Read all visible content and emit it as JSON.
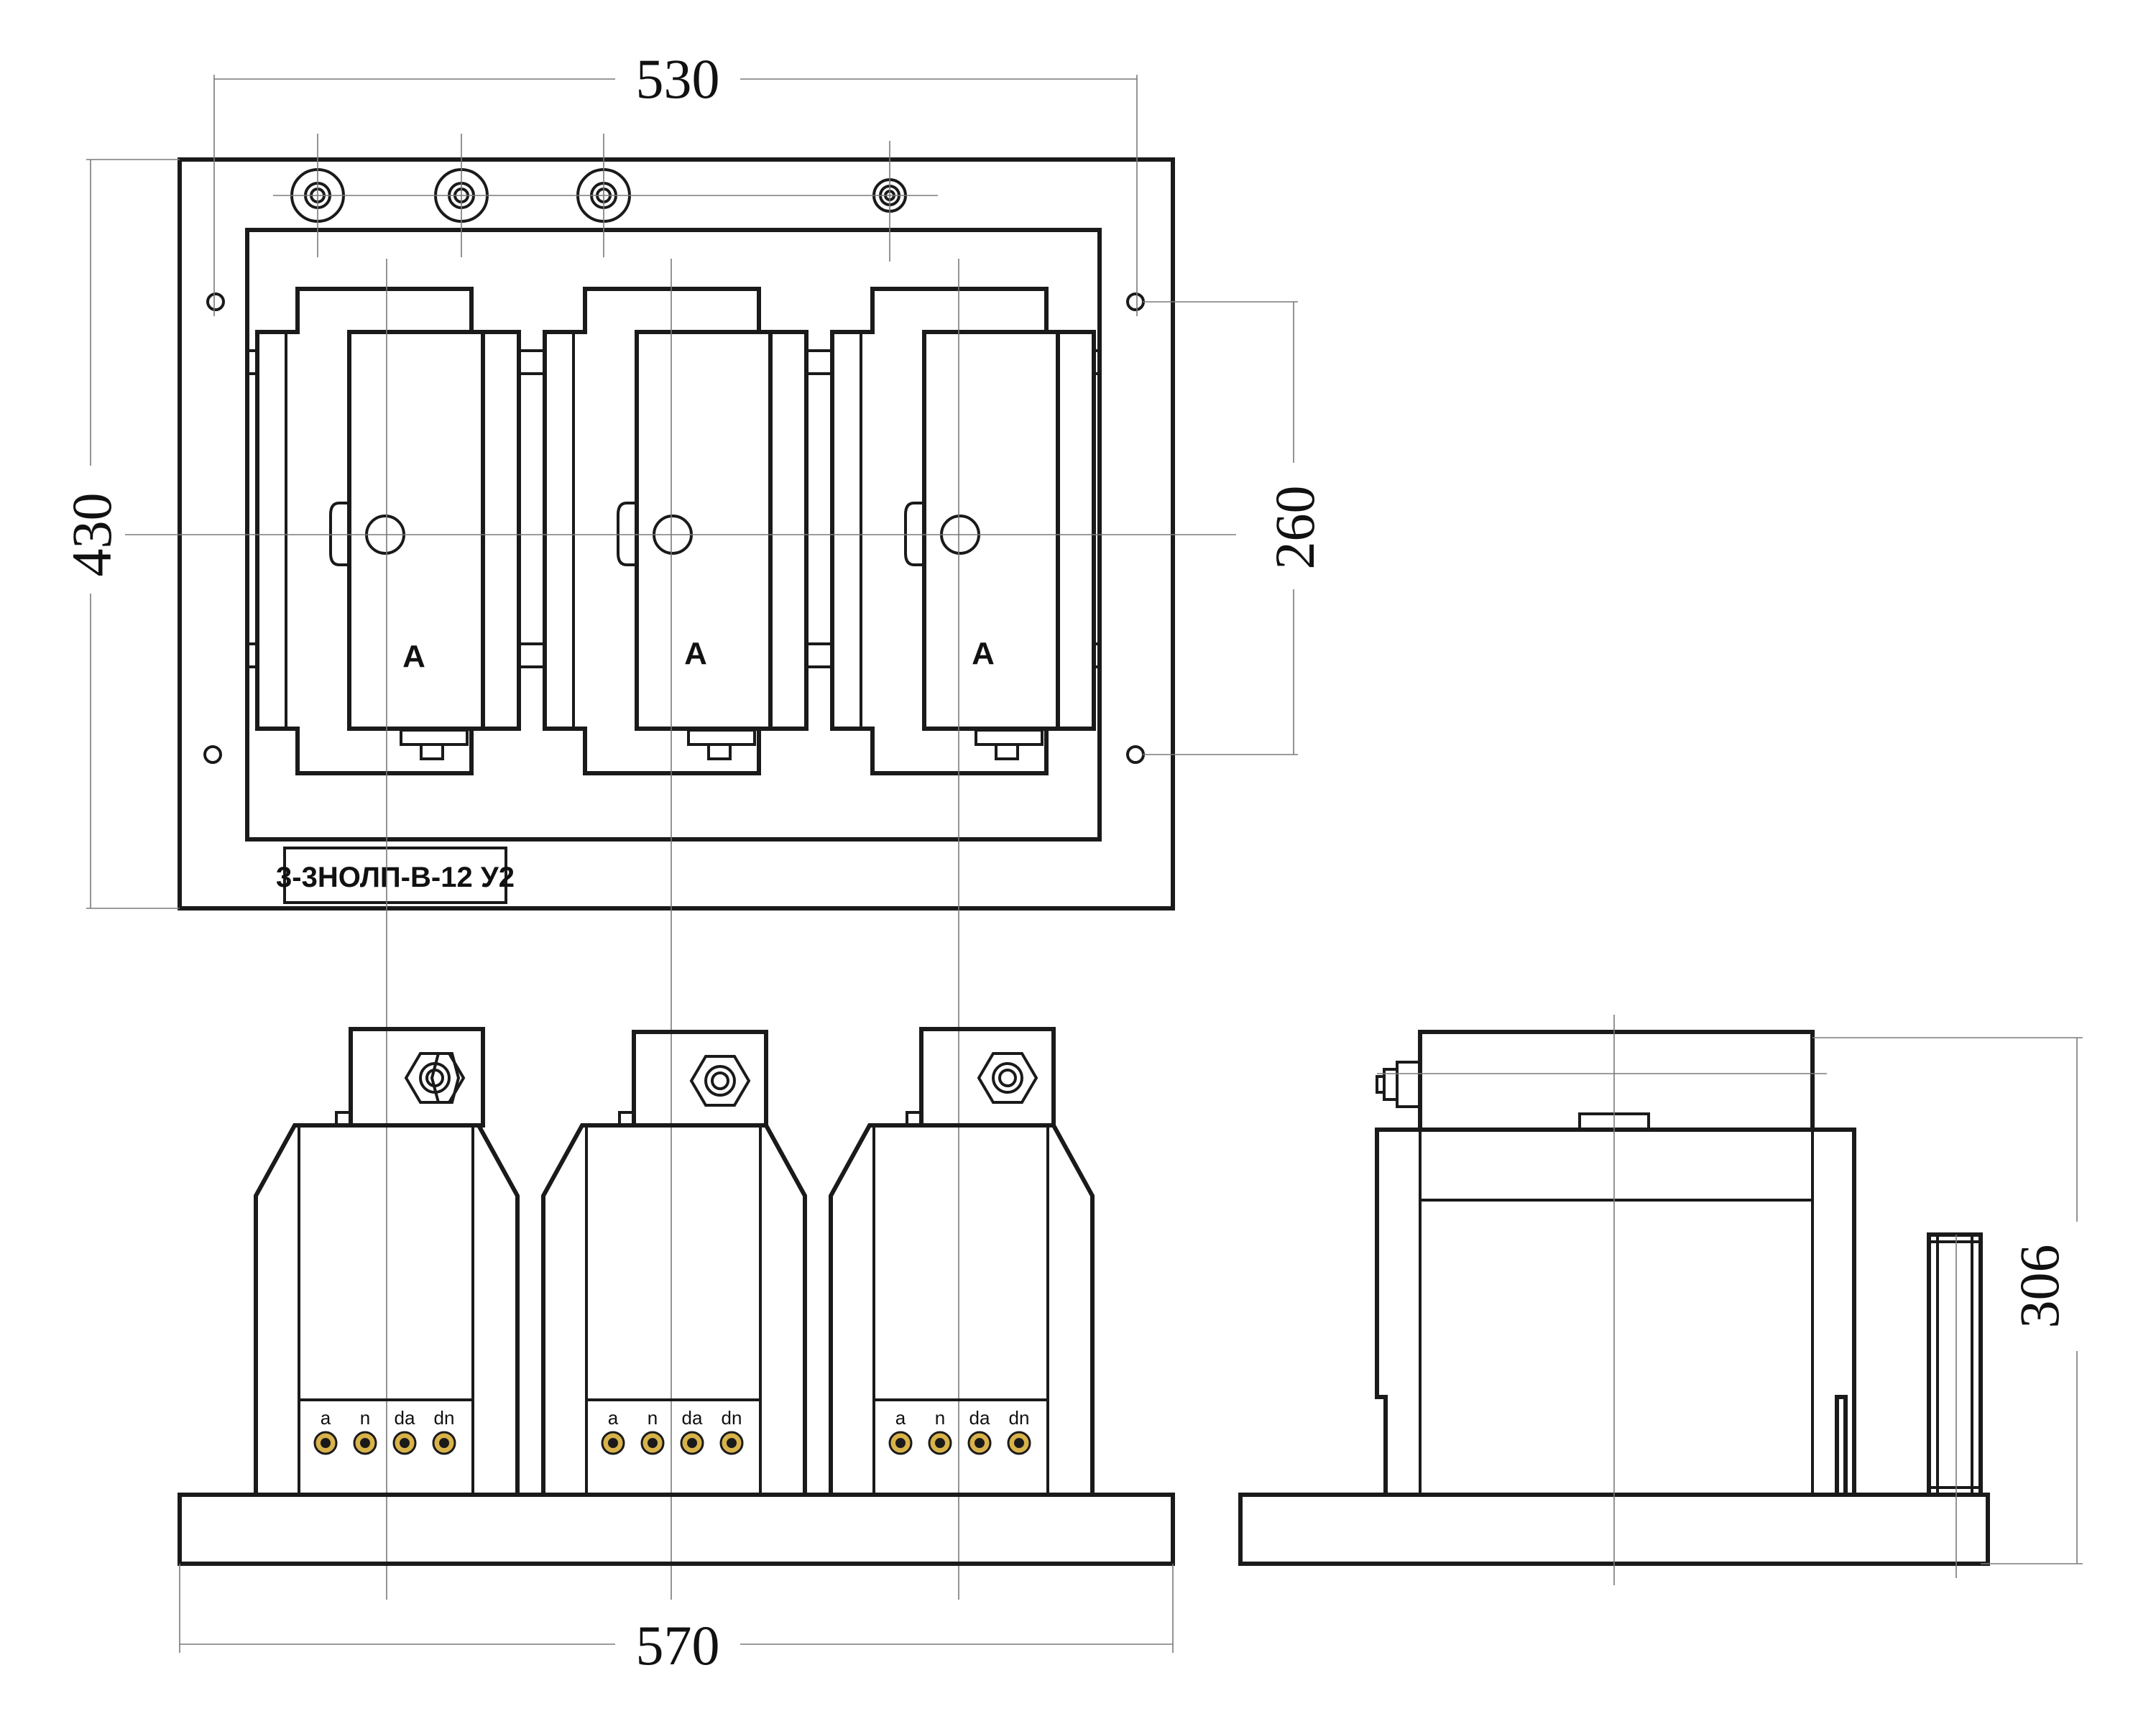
{
  "dimensions": {
    "top_width": "530",
    "top_height": "430",
    "mount_spacing": "260",
    "base_width": "570",
    "side_height": "306"
  },
  "nameplate": "3-3НОЛП-В-12 У2",
  "phase_marks": [
    "A",
    "A",
    "A"
  ],
  "terminal_labels": [
    "a",
    "n",
    "da",
    "dn"
  ],
  "colors": {
    "line": "#1a1a1a",
    "dim_line": "#7a7a7a",
    "terminal_fill": "#d8b24a",
    "background": "#ffffff"
  }
}
